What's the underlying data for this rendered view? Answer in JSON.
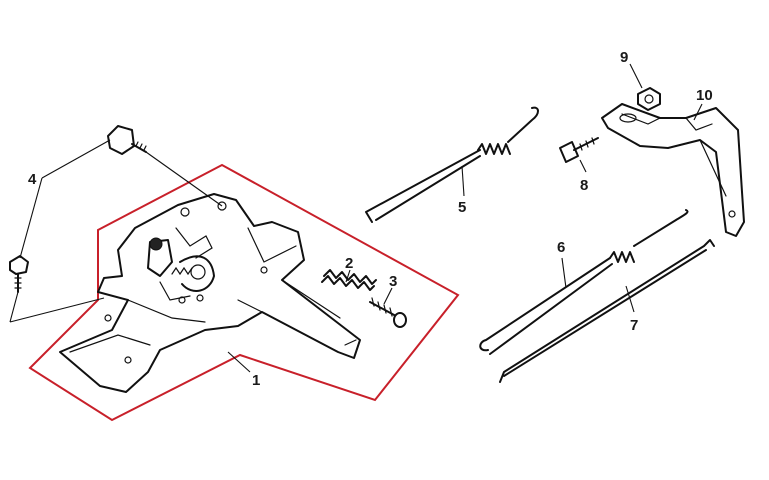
{
  "diagram": {
    "highlight_color": "#c8202a",
    "labels": {
      "l1": "1",
      "l2": "2",
      "l3": "3",
      "l4": "4",
      "l5": "5",
      "l6": "6",
      "l7": "7",
      "l8": "8",
      "l9": "9",
      "l10": "10"
    }
  }
}
